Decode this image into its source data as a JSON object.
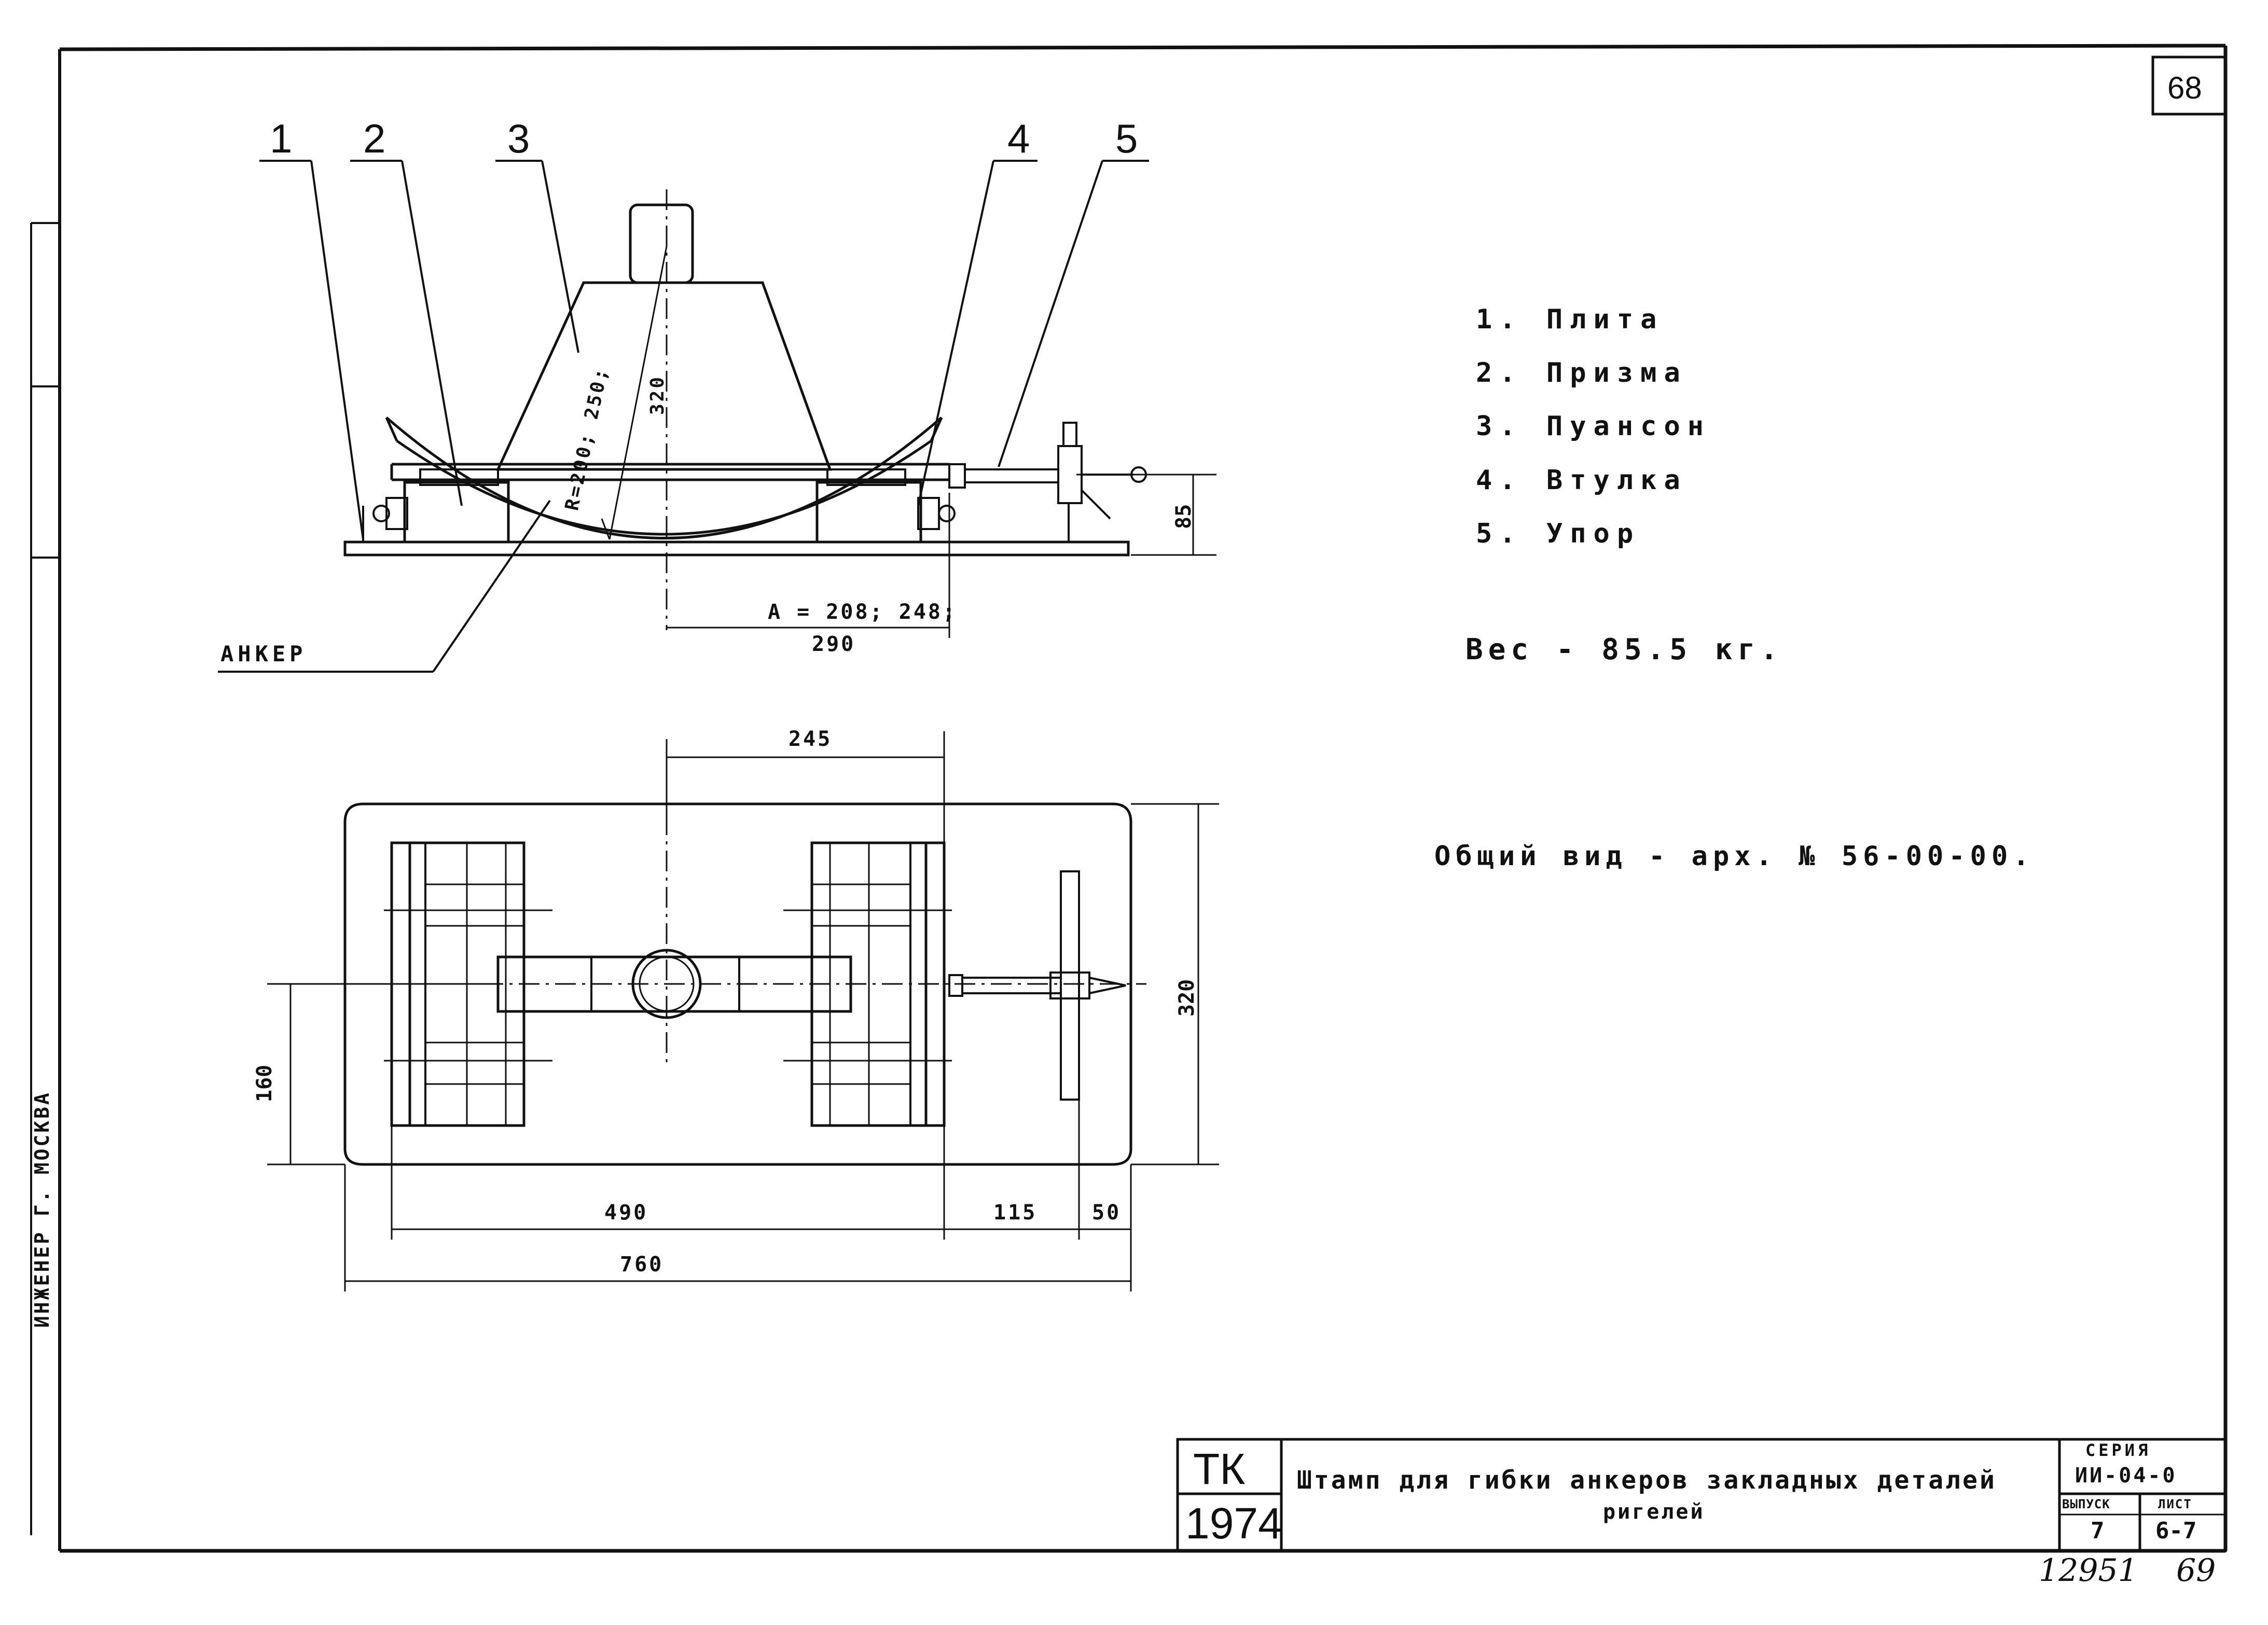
{
  "sheet_number": "68",
  "callouts": [
    "1",
    "2",
    "3",
    "4",
    "5"
  ],
  "anchor_label": "АНКЕР",
  "dimensions": {
    "radius_line1": "R=200; 250;",
    "radius_line2": "320",
    "a_line1": "А = 208; 248;",
    "a_line2": "290",
    "height_85": "85",
    "top_245": "245",
    "width_320": "320",
    "left_160": "160",
    "bottom_490": "490",
    "bottom_115": "115",
    "bottom_50": "50",
    "bottom_760": "760"
  },
  "legend": [
    "1. Плита",
    "2. Призма",
    "3. Пуансон",
    "4. Втулка",
    "5. Упор"
  ],
  "weight": "Вес - 85.5 кг.",
  "general_view": "Общий вид - арх. № 56-00-00.",
  "title_block": {
    "org": "ТК",
    "year": "1974",
    "title_line1": "Штамп для гибки анкеров закладных деталей",
    "title_line2": "ригелей",
    "series_label": "СЕРИЯ",
    "series_value": "ИИ-04-0",
    "issue_label": "ВЫПУСК",
    "issue_value": "7",
    "sheet_label": "ЛИСТ",
    "sheet_value": "6-7"
  },
  "handwritten": {
    "number": "12951",
    "page": "69"
  },
  "side_stamp": "ИНЖЕНЕР  Г. МОСКВА"
}
